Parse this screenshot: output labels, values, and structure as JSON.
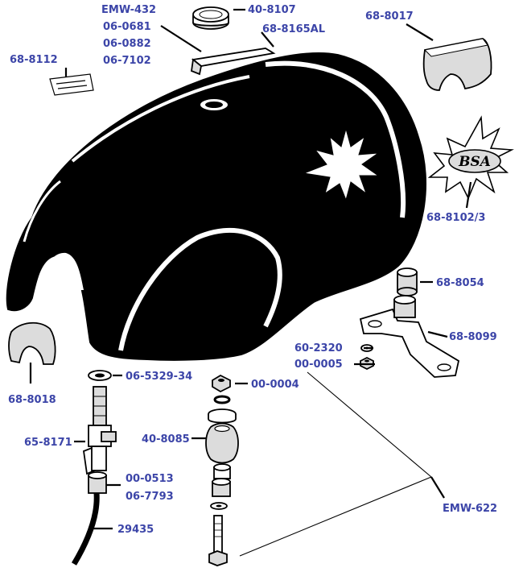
{
  "colors": {
    "label": "#3c45a8",
    "ink": "#000000",
    "paper": "#ffffff",
    "shade": "#dcdcdc"
  },
  "part_numbers": {
    "emw_432": "EMW-432",
    "p06_0681": "06-0681",
    "p06_0882": "06-0882",
    "p06_7102": "06-7102",
    "p40_8107": "40-8107",
    "p68_8165al": "68-8165AL",
    "p68_8017": "68-8017",
    "p68_8112": "68-8112",
    "p68_8102_3": "68-8102/3",
    "p68_8054": "68-8054",
    "p68_8099": "68-8099",
    "p60_2320": "60-2320",
    "p00_0005": "00-0005",
    "p06_5329_34": "06-5329-34",
    "p00_0004": "00-0004",
    "p68_8018": "68-8018",
    "p65_8171": "65-8171",
    "p40_8085": "40-8085",
    "p00_0513": "00-0513",
    "p06_7793": "06-7793",
    "emw_622": "EMW-622",
    "p29435": "29435"
  },
  "badge_text": "BSA"
}
